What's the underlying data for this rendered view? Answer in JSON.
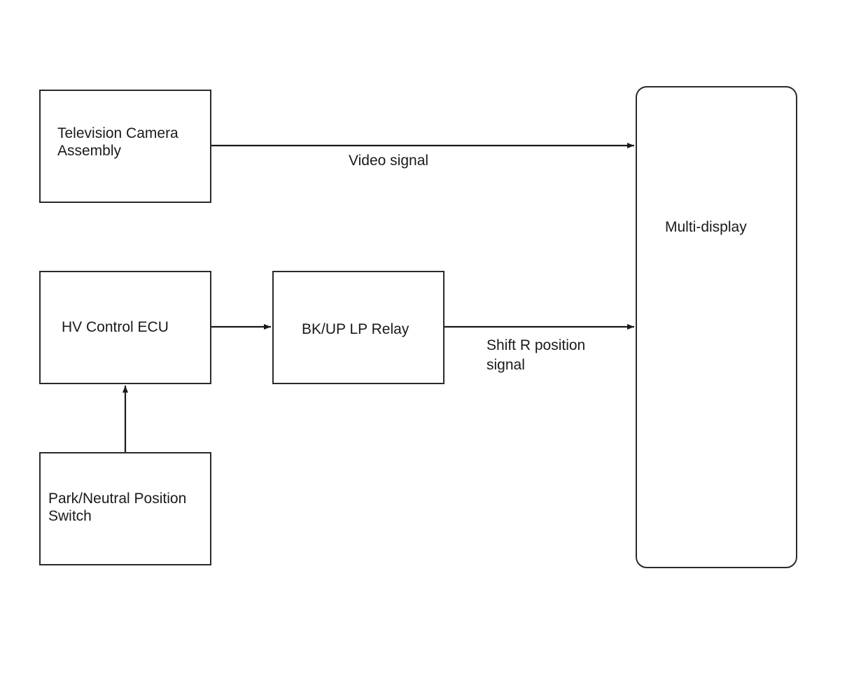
{
  "diagram": {
    "nodes": {
      "camera": {
        "line1": "Television Camera",
        "line2": "Assembly"
      },
      "hv_ecu": {
        "label": "HV Control ECU"
      },
      "relay": {
        "label": "BK/UP LP Relay"
      },
      "park_switch": {
        "line1": "Park/Neutral Position",
        "line2": "Switch"
      },
      "display": {
        "label": "Multi-display"
      }
    },
    "edges": {
      "video": {
        "from": "camera",
        "to": "display",
        "label": "Video signal"
      },
      "shift": {
        "from": "relay",
        "to": "display",
        "line1": "Shift R position",
        "line2": "signal"
      },
      "ecu_to_relay": {
        "from": "hv_ecu",
        "to": "relay"
      },
      "park_to_ecu": {
        "from": "park_switch",
        "to": "hv_ecu"
      }
    },
    "colors": {
      "stroke": "#2a2a2a",
      "background": "#ffffff"
    }
  }
}
